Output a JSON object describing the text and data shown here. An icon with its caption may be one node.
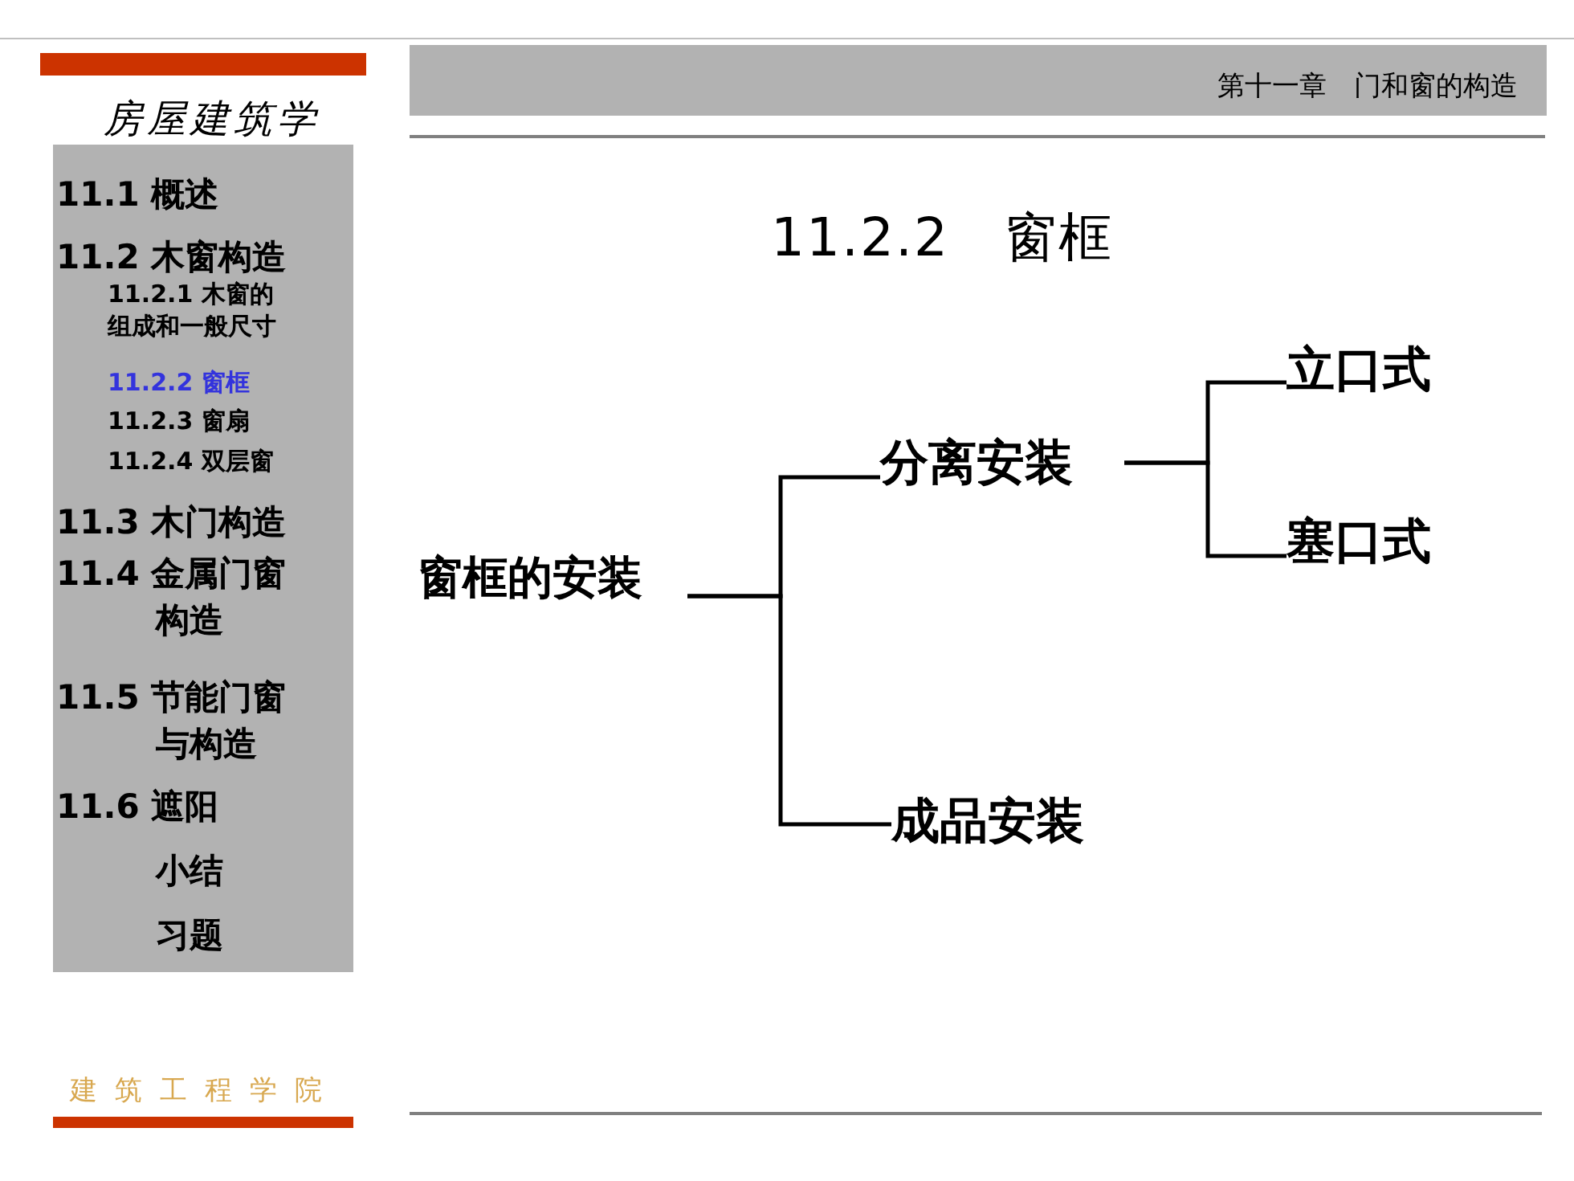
{
  "diagram": {
    "title": "11.2.2　窗框",
    "nodes": [
      {
        "text": [
          "窗框的安装"
        ]
      },
      {
        "text": [
          "分离安装"
        ]
      },
      {
        "text": [
          "成品安装"
        ]
      },
      {
        "text": [
          "立口式"
        ]
      },
      {
        "text": [
          "塞口式"
        ]
      }
    ],
    "edges": [
      {
        "from": 0,
        "to": 1,
        "arrow": "none"
      },
      {
        "from": 0,
        "to": 2,
        "arrow": "none"
      },
      {
        "from": 1,
        "to": 3,
        "arrow": "none"
      },
      {
        "from": 1,
        "to": 4,
        "arrow": "none"
      }
    ],
    "labels": [
      "第十一章　门和窗的构造",
      "房屋建筑学",
      "11.1 概述",
      "11.2 木窗构造",
      "11.2.1 木窗的组成和一般尺寸",
      "11.2.2 窗框",
      "11.2.3 窗扇",
      "11.2.4 双层窗",
      "11.3 木门构造",
      "11.4 金属门窗构造",
      "11.5 节能门窗与构造",
      "11.6 遮阳",
      "小结",
      "习题",
      "建筑工程学院"
    ]
  }
}
